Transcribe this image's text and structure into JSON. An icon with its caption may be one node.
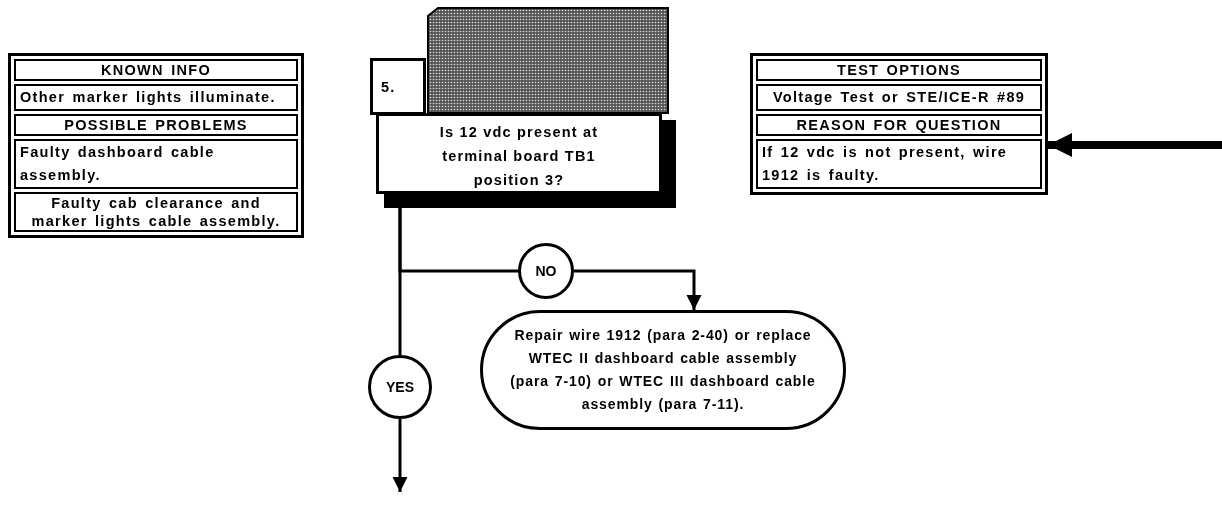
{
  "diagram": {
    "nodes": [
      {
        "text": [
          "KNOWN INFO",
          "Other marker lights illuminate.",
          "POSSIBLE PROBLEMS",
          "Faulty dashboard cable assembly.",
          "Faulty cab clearance and marker lights cable assembly."
        ]
      },
      {
        "text": [
          "5.",
          "Is 12 vdc present at terminal board TB1 position 3?"
        ]
      },
      {
        "text": [
          "TEST OPTIONS",
          "Voltage Test or STE/ICE-R #89",
          "REASON FOR QUESTION",
          "If 12 vdc is not present, wire 1912 is faulty."
        ]
      },
      {
        "text": [
          "NO"
        ]
      },
      {
        "text": [
          "Repair wire 1912 (para 2-40) or replace WTEC II dashboard cable assembly (para 7-10) or WTEC III dashboard cable assembly (para 7-11)."
        ]
      },
      {
        "text": [
          "YES"
        ]
      }
    ],
    "edges": [
      {
        "from": 1,
        "to": 3,
        "arrow": "none"
      },
      {
        "from": 3,
        "to": 4,
        "arrow": "to"
      },
      {
        "from": 1,
        "to": 5,
        "arrow": "none"
      },
      {
        "from": 5,
        "to": null,
        "arrow": "to"
      },
      {
        "from": null,
        "to": 2,
        "arrow": "to",
        "style": "thick"
      }
    ]
  }
}
